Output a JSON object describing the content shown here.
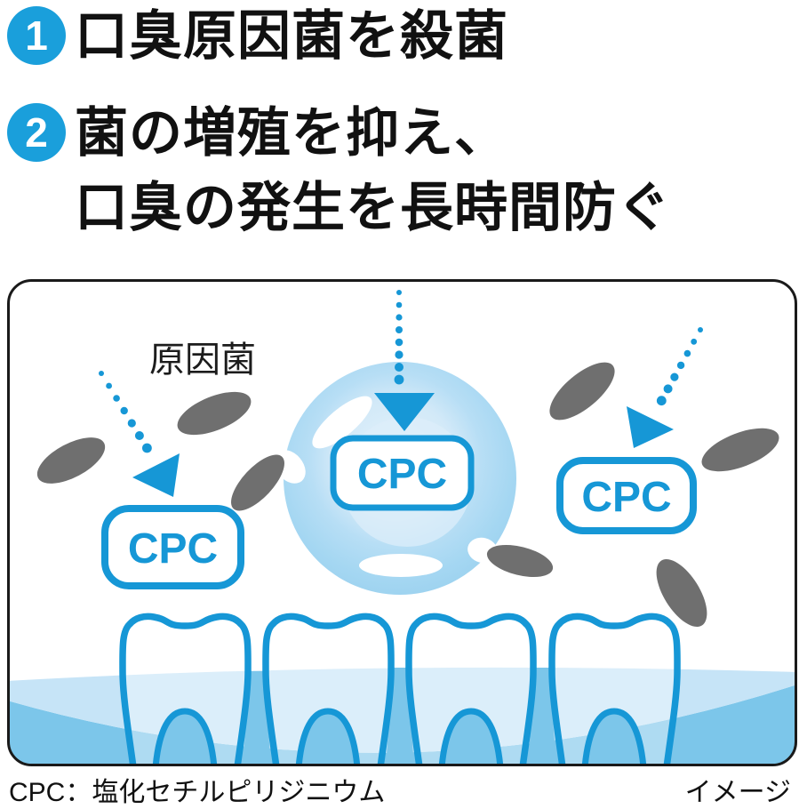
{
  "header": {
    "items": [
      {
        "number": "1",
        "lines": [
          "口臭原因菌を殺菌"
        ]
      },
      {
        "number": "2",
        "lines": [
          "菌の増殖を抑え、",
          "口臭の発生を長時間防ぐ"
        ]
      }
    ]
  },
  "illustration": {
    "bacteria_label": "原因菌",
    "cpc_badges": {
      "left": "CPC",
      "center": "CPC",
      "right": "CPC"
    },
    "colors": {
      "accent_blue": "#1697d6",
      "number_badge_blue": "#1a9fdb",
      "bacteria_gray": "#6f6f6f",
      "bubble_blue": "#a0d5f1",
      "gum_light": "#c6e4f7",
      "gum_medium": "#7cc6ea",
      "box_border": "#1a1a1a"
    }
  },
  "footer": {
    "note": "CPC：塩化セチルピリジニウム",
    "image_label": "イメージ"
  }
}
